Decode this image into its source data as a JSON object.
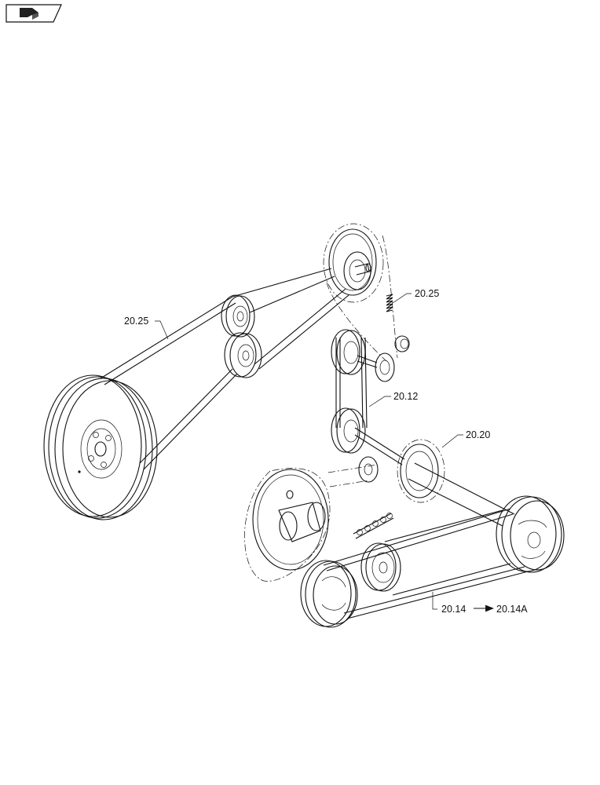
{
  "callouts": {
    "belt_main": "20.25",
    "spring_ref": "20.25",
    "chain_short": "20.12",
    "sprocket_ref": "20.20",
    "belt_lower": "20.14",
    "belt_lower_see": "20.14A"
  },
  "icons": {
    "badge": "view-page-icon"
  }
}
